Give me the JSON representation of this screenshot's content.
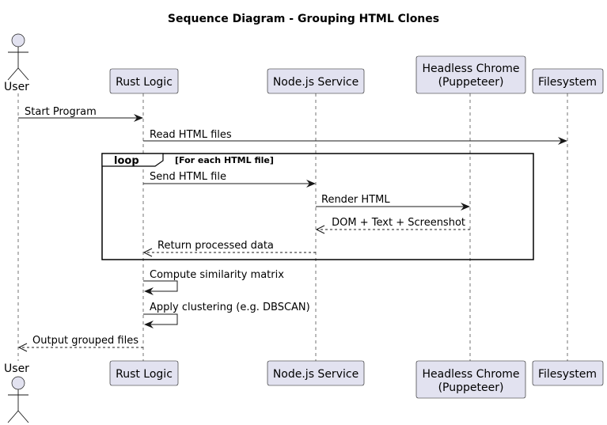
{
  "diagram": {
    "title": "Sequence Diagram - Grouping HTML Clones",
    "actor": {
      "label": "User"
    },
    "participants": [
      {
        "id": "rust",
        "lines": [
          "Rust Logic"
        ]
      },
      {
        "id": "node",
        "lines": [
          "Node.js Service"
        ]
      },
      {
        "id": "chrome",
        "lines": [
          "Headless Chrome",
          "(Puppeteer)"
        ]
      },
      {
        "id": "fs",
        "lines": [
          "Filesystem"
        ]
      }
    ],
    "loop": {
      "keyword": "loop",
      "guard": "[For each HTML file]"
    },
    "messages": [
      {
        "label": "Start Program",
        "from": "user",
        "to": "rust",
        "style": "solid"
      },
      {
        "label": "Read HTML files",
        "from": "rust",
        "to": "fs",
        "style": "solid"
      },
      {
        "label": "Send HTML file",
        "from": "rust",
        "to": "node",
        "style": "solid"
      },
      {
        "label": "Render HTML",
        "from": "node",
        "to": "chrome",
        "style": "solid"
      },
      {
        "label": "DOM + Text + Screenshot",
        "from": "chrome",
        "to": "node",
        "style": "dashed"
      },
      {
        "label": "Return processed data",
        "from": "node",
        "to": "rust",
        "style": "dashed"
      },
      {
        "label": "Compute similarity matrix",
        "from": "rust",
        "to": "rust",
        "style": "solid"
      },
      {
        "label": "Apply clustering (e.g. DBSCAN)",
        "from": "rust",
        "to": "rust",
        "style": "solid"
      },
      {
        "label": "Output grouped files",
        "from": "rust",
        "to": "user",
        "style": "dashed"
      }
    ]
  }
}
